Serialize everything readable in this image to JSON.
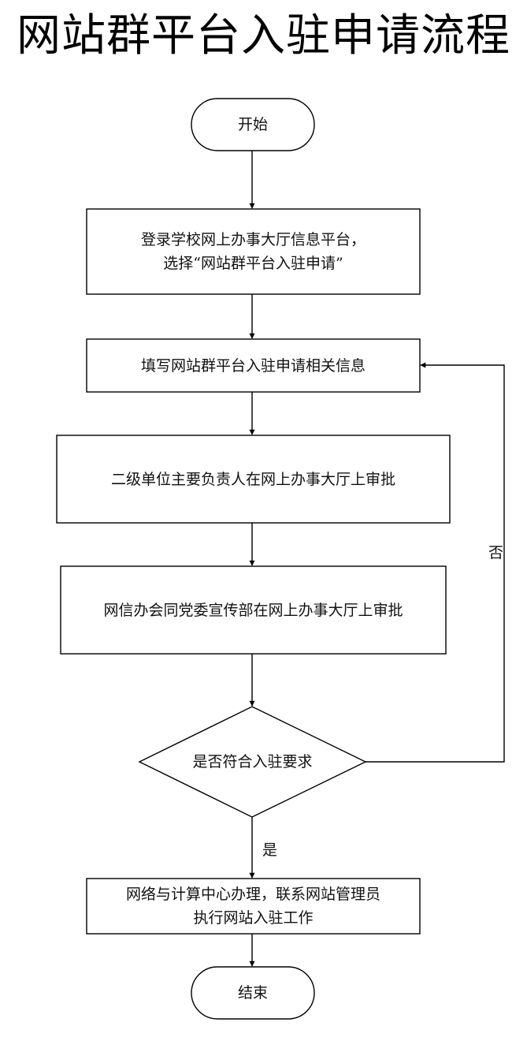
{
  "title": "网站群平台入驻申请流程",
  "nodes": {
    "start": "开始",
    "login_line1": "登录学校网上办事大厅信息平台，",
    "login_line2": "选择“网站群平台入驻申请”",
    "fill_form": "填写网站群平台入驻申请相关信息",
    "unit_approval": "二级单位主要负责人在网上办事大厅上审批",
    "dept_approval": "网信办会同党委宣传部在网上办事大厅上审批",
    "decision": "是否符合入驻要求",
    "process_line1": "网络与计算中心办理，联系网站管理员",
    "process_line2": "执行网站入驻工作",
    "end": "结束"
  },
  "edges": {
    "no_label": "否",
    "yes_label": "是"
  }
}
